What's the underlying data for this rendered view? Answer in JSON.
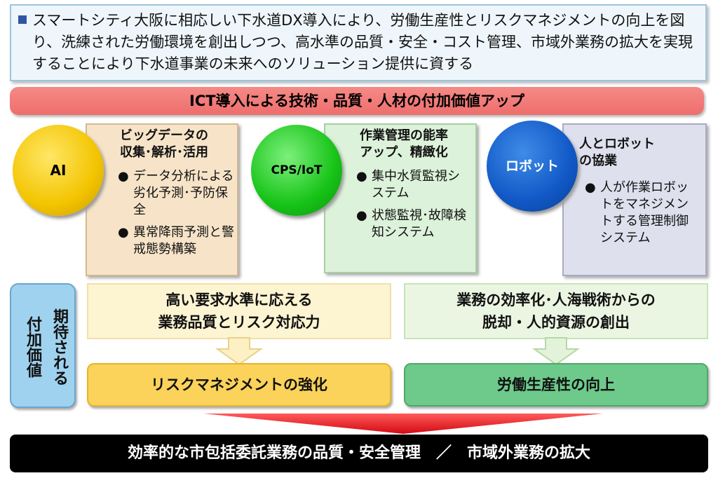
{
  "header": {
    "text": "スマートシティ大阪に相応しい下水道DX導入により、労働生産性とリスクマネジメントの向上を図り、洗練された労働環境を創出しつつ、高水準の品質・安全・コスト管理、市域外業務の拡大を実現することにより下水道事業の未来へのソリューション提供に資する"
  },
  "banner": {
    "text": "ICT導入による技術・品質・人材の付加価値アップ"
  },
  "technologies": [
    {
      "circle_label": "AI",
      "heading": [
        "ビッグデータの",
        "収集･解析･活用"
      ],
      "items": [
        "データ分析による劣化予測･予防保全",
        "異常降雨予測と警戒態勢構築"
      ]
    },
    {
      "circle_label": "CPS/IoT",
      "heading": [
        "作業管理の能率",
        "アップ、精緻化"
      ],
      "items": [
        "集中水質監視システム",
        "状態監視･故障検知システム"
      ]
    },
    {
      "circle_label": "ロボット",
      "heading": [
        "人とロボット",
        "の協業"
      ],
      "items": [
        "人が作業ロボットをマネジメントする管理制御システム"
      ]
    }
  ],
  "expected_value": {
    "columns": [
      "期待される",
      "付加価値"
    ]
  },
  "values": {
    "left": {
      "lines": [
        "高い要求水準に応える",
        "業務品質とリスク対応力"
      ],
      "outcome": "リスクマネジメントの強化"
    },
    "right": {
      "lines": [
        "業務の効率化･人海戦術からの",
        "脱却・人的資源の創出"
      ],
      "outcome": "労働生産性の向上"
    }
  },
  "bottom": {
    "text": "効率的な市包括委託業務の品質・安全管理　／　市域外業務の拡大"
  },
  "colors": {
    "banner": "#ee6e6c",
    "ai_circle": "#f3c400",
    "cps_circle": "#17c317",
    "robot_circle": "#1158c6",
    "outcome_left": "#fbd25a",
    "outcome_right": "#6dca8b",
    "big_arrow": "#e8141c",
    "bottom_bar": "#000000"
  },
  "icons": {
    "bullet": "square-bullet-icon",
    "list_bullet": "dot-bullet-icon",
    "arrow": "down-arrow-icon"
  }
}
